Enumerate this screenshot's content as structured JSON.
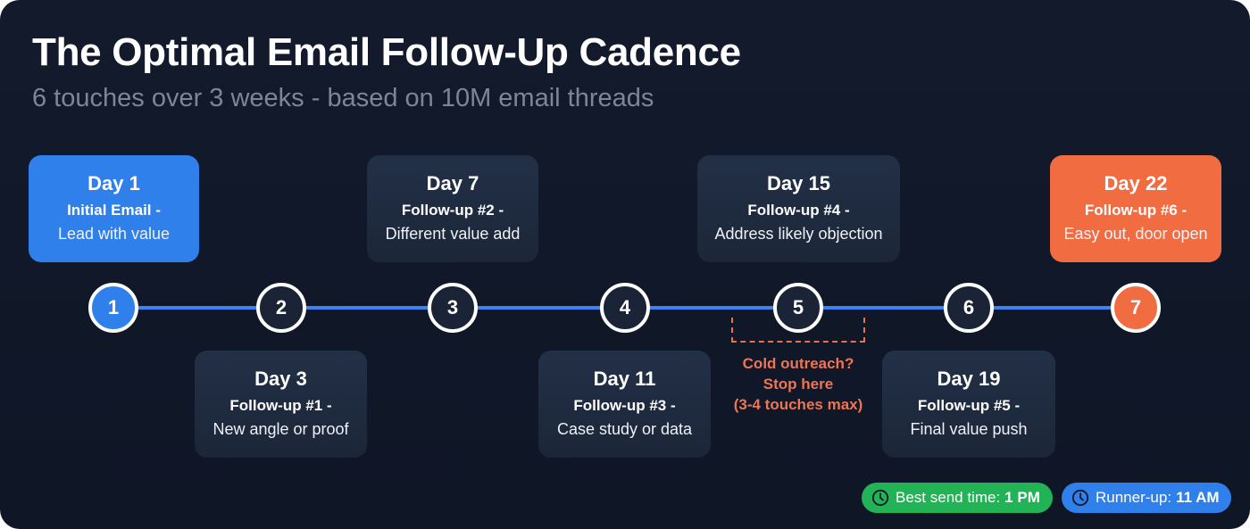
{
  "header": {
    "title": "The Optimal Email Follow-Up Cadence",
    "subtitle": "6 touches over 3 weeks - based on 10M email threads"
  },
  "colors": {
    "background": "#111827",
    "accent_blue": "#3080ec",
    "accent_orange": "#f26c42",
    "accent_green": "#22b357",
    "card_dark": "#1e293b",
    "timeline": "#3b82f6",
    "warning_text": "#ef7552"
  },
  "steps": [
    {
      "number": "1",
      "day": "Day 1",
      "label": "Initial Email -",
      "desc": "Lead with value",
      "style": "blue",
      "position": "above"
    },
    {
      "number": "2",
      "day": "Day 3",
      "label": "Follow-up #1 -",
      "desc": "New angle or proof",
      "style": "dark",
      "position": "below"
    },
    {
      "number": "3",
      "day": "Day 7",
      "label": "Follow-up #2 -",
      "desc": "Different value add",
      "style": "dark",
      "position": "above"
    },
    {
      "number": "4",
      "day": "Day 11",
      "label": "Follow-up #3 -",
      "desc": "Case study or data",
      "style": "dark",
      "position": "below"
    },
    {
      "number": "5",
      "day": "Day 15",
      "label": "Follow-up #4 -",
      "desc": "Address likely objection",
      "style": "dark",
      "position": "above"
    },
    {
      "number": "6",
      "day": "Day 19",
      "label": "Follow-up #5 -",
      "desc": "Final value push",
      "style": "dark",
      "position": "below"
    },
    {
      "number": "7",
      "day": "Day 22",
      "label": "Follow-up #6 -",
      "desc": "Easy out, door open",
      "style": "orange",
      "position": "above"
    }
  ],
  "callout": {
    "line1": "Cold outreach?",
    "line2": "Stop here",
    "line3": "(3-4 touches max)"
  },
  "badges": {
    "best": {
      "icon": "clock-icon",
      "label": "Best send time:",
      "value": "1 PM",
      "color": "#22b357"
    },
    "runner_up": {
      "icon": "clock-icon",
      "label": "Runner-up:",
      "value": "11 AM",
      "color": "#3080ec"
    }
  }
}
